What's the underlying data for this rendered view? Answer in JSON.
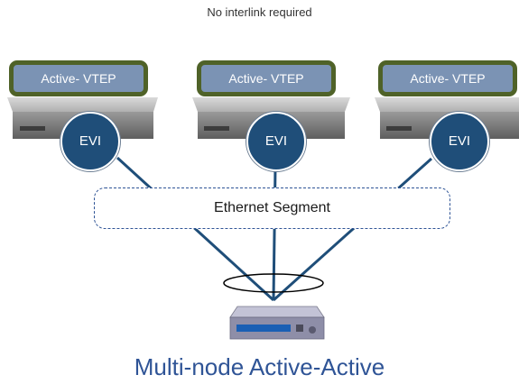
{
  "diagram": {
    "note": "No interlink required",
    "nodes": [
      {
        "label": "Active- VTEP",
        "evi": "EVI"
      },
      {
        "label": "Active- VTEP",
        "evi": "EVI"
      },
      {
        "label": "Active- VTEP",
        "evi": "EVI"
      }
    ],
    "segment": "Ethernet Segment",
    "title": "Multi-node Active-Active",
    "colors": {
      "vtep_border": "#4f6228",
      "vtep_fill": "#7b93b4",
      "evi_fill": "#1f4e79",
      "link": "#1f4e79",
      "segment_border": "#2f5496",
      "title": "#2f5496"
    }
  }
}
